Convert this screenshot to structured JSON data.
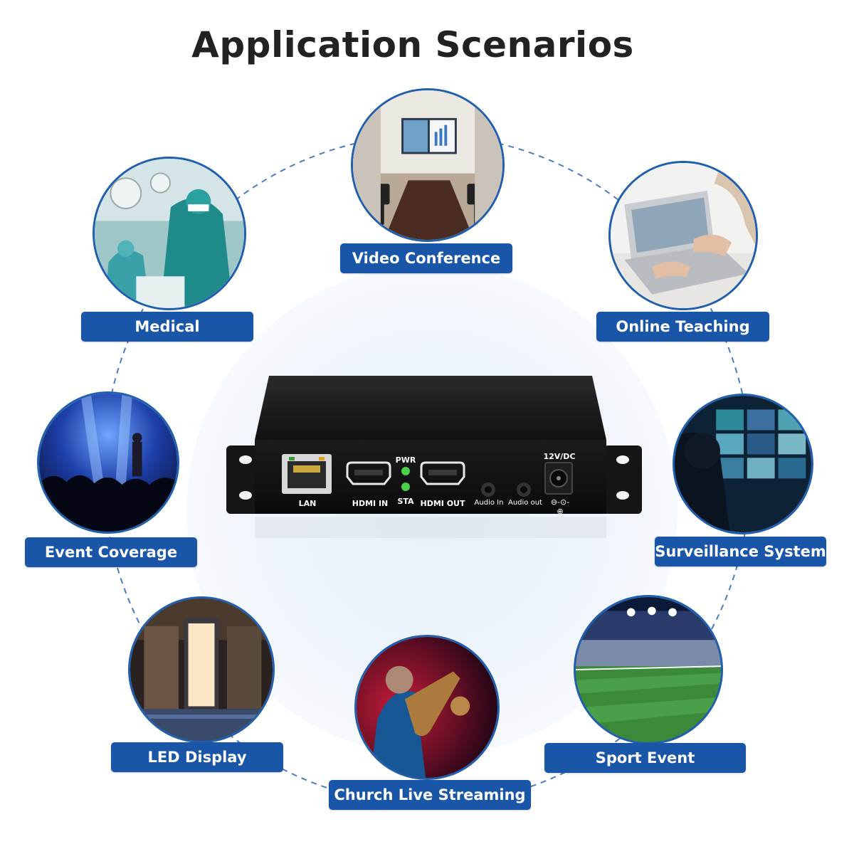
{
  "title": "Application Scenarios",
  "scenarios": [
    {
      "label": "Video Conference",
      "icon": "conference-room-photo"
    },
    {
      "label": "Medical",
      "icon": "surgery-room-photo"
    },
    {
      "label": "Online Teaching",
      "icon": "laptop-typing-photo"
    },
    {
      "label": "Event Coverage",
      "icon": "concert-stage-photo"
    },
    {
      "label": "Surveillance System",
      "icon": "control-room-photo"
    },
    {
      "label": "LED Display",
      "icon": "led-kiosk-photo"
    },
    {
      "label": "Sport Event",
      "icon": "stadium-photo"
    },
    {
      "label": "Church Live Streaming",
      "icon": "saxophone-player-photo"
    }
  ],
  "device": {
    "ports": {
      "lan": "LAN",
      "hdmi_in": "HDMI IN",
      "pwr": "PWR",
      "sta": "STA",
      "hdmi_out": "HDMI OUT",
      "audio_in": "Audio In",
      "audio_out": "Audio out",
      "power": "12V/DC"
    }
  },
  "colors": {
    "accent": "#1a56a8",
    "ring": "#1f5fae",
    "title": "#222222"
  }
}
